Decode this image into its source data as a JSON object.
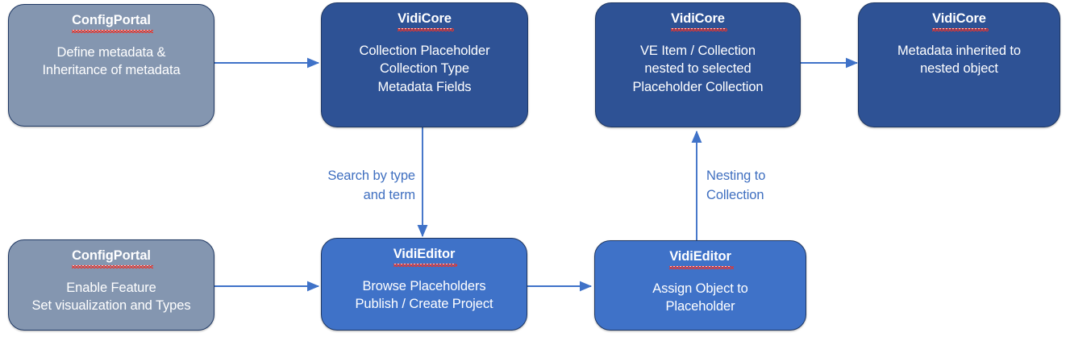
{
  "diagram": {
    "accent_arrow_color": "#3f72c8",
    "label_color": "#3f6fc0",
    "spellcheck_underline_color": "#e8342c",
    "nodes": [
      {
        "id": "config-portal-metadata",
        "title": "ConfigPortal",
        "body": "Define metadata &\nInheritance of metadata",
        "fill": "#8496b0",
        "style": "gray"
      },
      {
        "id": "vidicore-collection-placeholder",
        "title": "VidiCore",
        "body": "Collection Placeholder\nCollection Type\nMetadata Fields",
        "fill": "#2e5295",
        "style": "navy"
      },
      {
        "id": "vidicore-ve-item-nested",
        "title": "VidiCore",
        "body": "VE Item / Collection\nnested to selected\nPlaceholder Collection",
        "fill": "#2e5295",
        "style": "navy"
      },
      {
        "id": "vidicore-metadata-inherited",
        "title": "VidiCore",
        "body": "Metadata inherited to\nnested object",
        "fill": "#2e5295",
        "style": "navy"
      },
      {
        "id": "config-portal-enable-feature",
        "title": "ConfigPortal",
        "body": "Enable Feature\nSet visualization and Types",
        "fill": "#8496b0",
        "style": "gray"
      },
      {
        "id": "vidieditor-browse-placeholders",
        "title": "VidiEditor",
        "body": "Browse Placeholders\nPublish / Create Project",
        "fill": "#3f72c8",
        "style": "blue"
      },
      {
        "id": "vidieditor-assign-object",
        "title": "VidiEditor",
        "body": "Assign Object to\nPlaceholder",
        "fill": "#3f72c8",
        "style": "blue"
      }
    ],
    "connector_labels": [
      {
        "id": "search-by-type-and-term",
        "text": "Search by type\nand term"
      },
      {
        "id": "nesting-to-collection",
        "text": "Nesting to\nCollection"
      }
    ]
  }
}
